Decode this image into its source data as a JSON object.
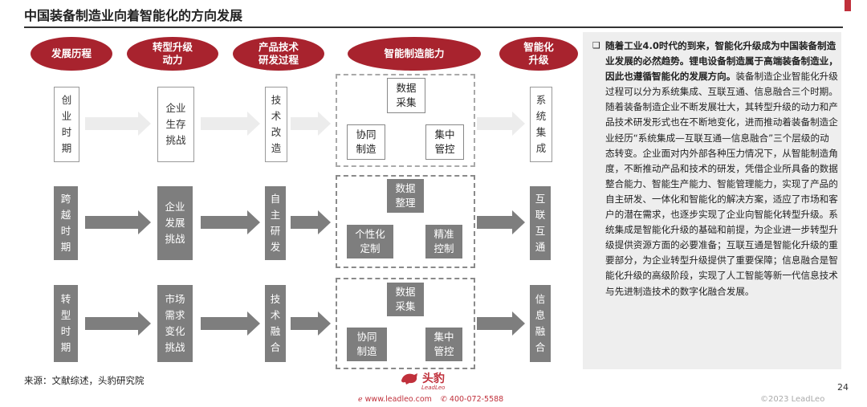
{
  "page": {
    "title": "中国装备制造业向着智能化的方向发展",
    "page_number": "24",
    "copyright": "©2023 LeadLeo",
    "source": "来源：文献综述，头豹研究院",
    "brand": {
      "name": "头豹",
      "sub": "LeadLeo",
      "website": "www.leadleo.com",
      "phone": "400-072-5588"
    }
  },
  "headers": {
    "development": "发展历程",
    "driver": "转型升级\n动力",
    "rnd": "产品技术\n研发过程",
    "capability": "智能制造能力",
    "upgrade": "智能化\n升级"
  },
  "rows": [
    {
      "stage": "创\n业\n时\n期",
      "driver": "企业\n生存\n挑战",
      "rnd": "技\n术\n改\n造",
      "cap_top": "数据\n采集",
      "cap_left": "协同\n制造",
      "cap_right": "集中\n管控",
      "upgrade": "系\n统\n集\n成"
    },
    {
      "stage": "跨\n越\n时\n期",
      "driver": "企业\n发展\n挑战",
      "rnd": "自\n主\n研\n发",
      "cap_top": "数据\n整理",
      "cap_left": "个性化\n定制",
      "cap_right": "精准\n控制",
      "upgrade": "互\n联\n互\n通"
    },
    {
      "stage": "转\n型\n时\n期",
      "driver": "市场\n需求\n变化\n挑战",
      "rnd": "技\n术\n融\n合",
      "cap_top": "数据\n采集",
      "cap_left": "协同\n制造",
      "cap_right": "集中\n管控",
      "upgrade": "信\n息\n融\n合"
    }
  ],
  "panel": {
    "bullet": "❑",
    "bold_text": "随着工业4.0时代的到来，智能化升级成为中国装备制造业发展的必然趋势。锂电设备制造属于高端装备制造业，因此也遵循智能化的发展方向。",
    "body_text": "装备制造企业智能化升级过程可以分为系统集成、互联互通、信息融合三个时期。随着装备制造企业不断发展壮大，其转型升级的动力和产品技术研发形式也在不断地变化，进而推动着装备制造企业经历“系统集成—互联互通—信息融合”三个层级的动态转变。企业面对内外部各种压力情况下，从智能制造角度，不断推动产品和技术的研发，凭借企业所具备的数据整合能力、智能生产能力、智能管理能力，实现了产品的自主研发、一体化和智能化的解决方案，适应了市场和客户的潜在需求，也逐步实现了企业向智能化转型升级。系统集成是智能化升级的基础和前提，为企业进一步转型升级提供资源方面的必要准备；互联互通是智能化升级的重要部分，为企业转型升级提供了重要保障；信息融合是智能化升级的高级阶段，实现了人工智能等新一代信息技术与先进制造技术的数字化融合发展。"
  },
  "colors": {
    "accent": "#a8232e",
    "dark_gray": "#7e7e7e",
    "light_gray": "#ececec",
    "panel_bg": "#eeeeee"
  }
}
